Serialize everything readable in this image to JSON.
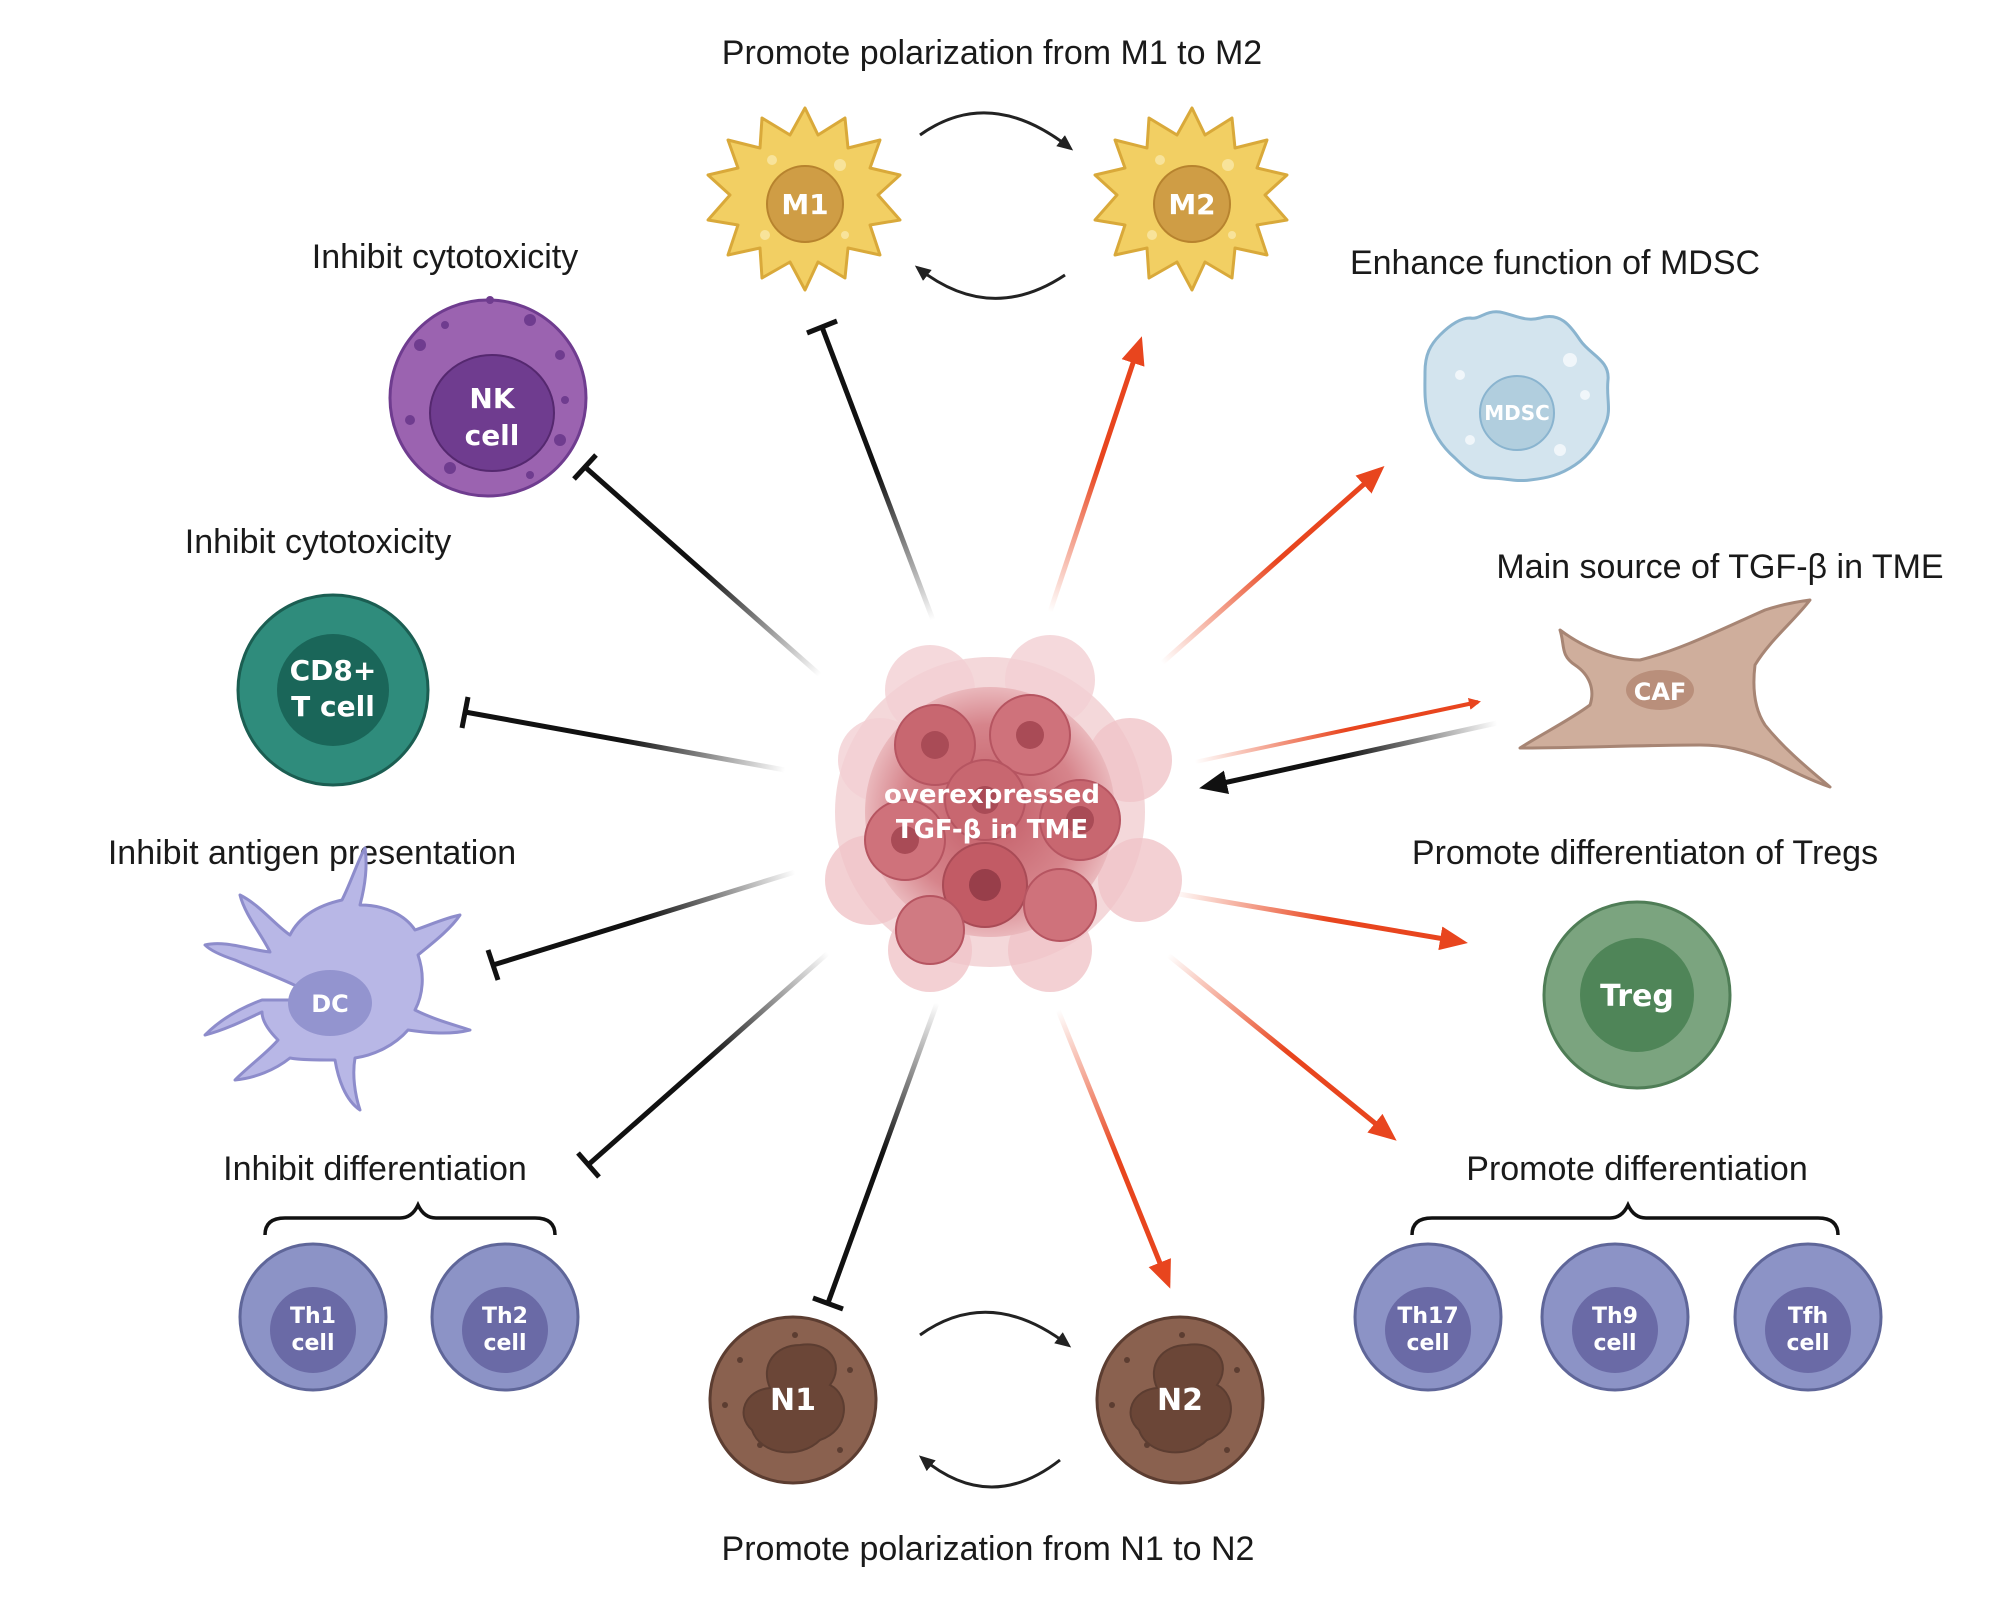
{
  "colors": {
    "promote": "#e8451e",
    "inhibit": "#111111",
    "macrophage": "#f2cf63",
    "macrophage_nucleus": "#cf9d45",
    "nk": "#9b63b0",
    "nk_nucleus": "#6f3c8f",
    "cd8": "#2f8c7c",
    "cd8_nucleus": "#1a6659",
    "dc": "#b8b7e6",
    "dc_nucleus": "#9394cf",
    "th": "#8c93c6",
    "th_nucleus": "#6a6aa6",
    "mdsc": "#d3e4ee",
    "mdsc_nucleus": "#b1cede",
    "caf": "#cfae9c",
    "treg": "#7ba47f",
    "treg_nucleus": "#4f8558",
    "neutrophil": "#8a614f",
    "tumor": "#c96f78"
  },
  "labels": {
    "top": "Promote polarization from M1 to M2",
    "nk": "Inhibit cytotoxicity",
    "cd8": "Inhibit cytotoxicity",
    "dc": "Inhibit antigen presentation",
    "th_left": "Inhibit differentiation",
    "mdsc": "Enhance function of MDSC",
    "caf": "Main source of TGF-β in TME",
    "treg": "Promote differentiaton of Tregs",
    "th_right": "Promote differentiation",
    "bottom": "Promote polarization from N1 to N2"
  },
  "center": {
    "line1": "overexpressed",
    "line2": "TGF-β in TME"
  },
  "cells": {
    "m1": "M1",
    "m2": "M2",
    "nk_line1": "NK",
    "nk_line2": "cell",
    "cd8_line1": "CD8+",
    "cd8_line2": "T cell",
    "dc": "DC",
    "mdsc": "MDSC",
    "caf": "CAF",
    "treg": "Treg",
    "th1_line1": "Th1",
    "th1_line2": "cell",
    "th2_line1": "Th2",
    "th2_line2": "cell",
    "th17_line1": "Th17",
    "th17_line2": "cell",
    "th9_line1": "Th9",
    "th9_line2": "cell",
    "tfh_line1": "Tfh",
    "tfh_line2": "cell",
    "n1": "N1",
    "n2": "N2"
  }
}
